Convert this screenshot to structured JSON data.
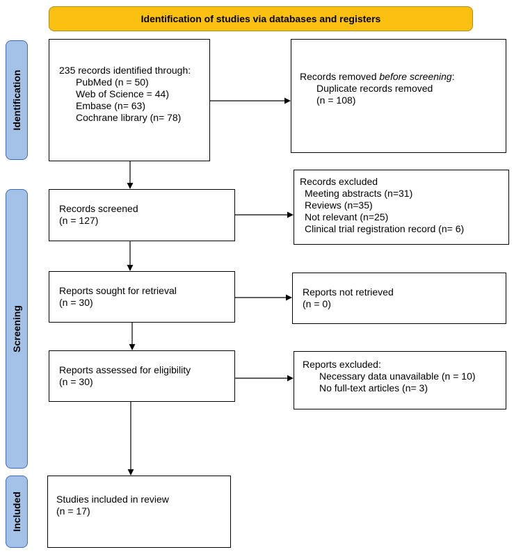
{
  "header": "Identification of studies via databases and registers",
  "phases": {
    "identification": "Identification",
    "screening": "Screening",
    "included": "Included"
  },
  "identified": {
    "title": "235 records identified through:",
    "sources": [
      "PubMed (n = 50)",
      "Web of Science = 44)",
      "Embase (n= 63)",
      "Cochrane library (n= 78)"
    ]
  },
  "removed": {
    "title_prefix": "Records removed ",
    "title_emphasis": "before screening",
    "title_suffix": ":",
    "item": "Duplicate records removed",
    "count": "(n = 108)"
  },
  "screened": {
    "title": "Records screened",
    "count": "(n = 127)"
  },
  "excluded": {
    "title": "Records excluded",
    "items": [
      "Meeting abstracts (n=31)",
      "Reviews (n=35)",
      "Not relevant (n=25)",
      "Clinical trial registration record (n= 6)"
    ]
  },
  "sought": {
    "title": "Reports sought for retrieval",
    "count": "(n = 30)"
  },
  "not_retrieved": {
    "title": "Reports not retrieved",
    "count": "(n = 0)"
  },
  "assessed": {
    "title": "Reports assessed for eligibility",
    "count": "(n = 30)"
  },
  "reports_excluded": {
    "title": "Reports excluded:",
    "items": [
      "Necessary data unavailable (n = 10)",
      "No full-text articles (n= 3)"
    ]
  },
  "included": {
    "title": "Studies included in review",
    "count": "(n = 17)"
  }
}
